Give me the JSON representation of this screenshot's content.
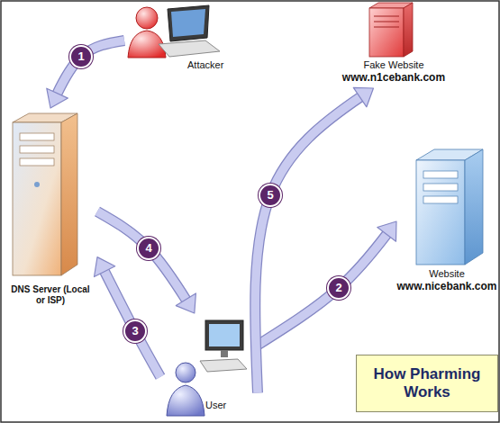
{
  "diagram": {
    "title": "How Pharming Works",
    "nodes": [
      {
        "text": [
          "Attacker"
        ]
      },
      {
        "text": [
          "Fake Website",
          "www.n1cebank.com"
        ]
      },
      {
        "text": [
          "DNS Server (Local or ISP)"
        ]
      },
      {
        "text": [
          "Website",
          "www.nicebank.com"
        ]
      },
      {
        "text": [
          "User"
        ]
      }
    ],
    "edges": [
      {
        "from": 0,
        "to": 2,
        "arrow": "to",
        "label": "1"
      },
      {
        "from": 4,
        "to": 3,
        "arrow": "to",
        "label": "2"
      },
      {
        "from": 4,
        "to": 2,
        "arrow": "to",
        "label": "3"
      },
      {
        "from": 2,
        "to": 4,
        "arrow": "to",
        "label": "4"
      },
      {
        "from": 4,
        "to": 1,
        "arrow": "to",
        "label": "5"
      }
    ]
  }
}
